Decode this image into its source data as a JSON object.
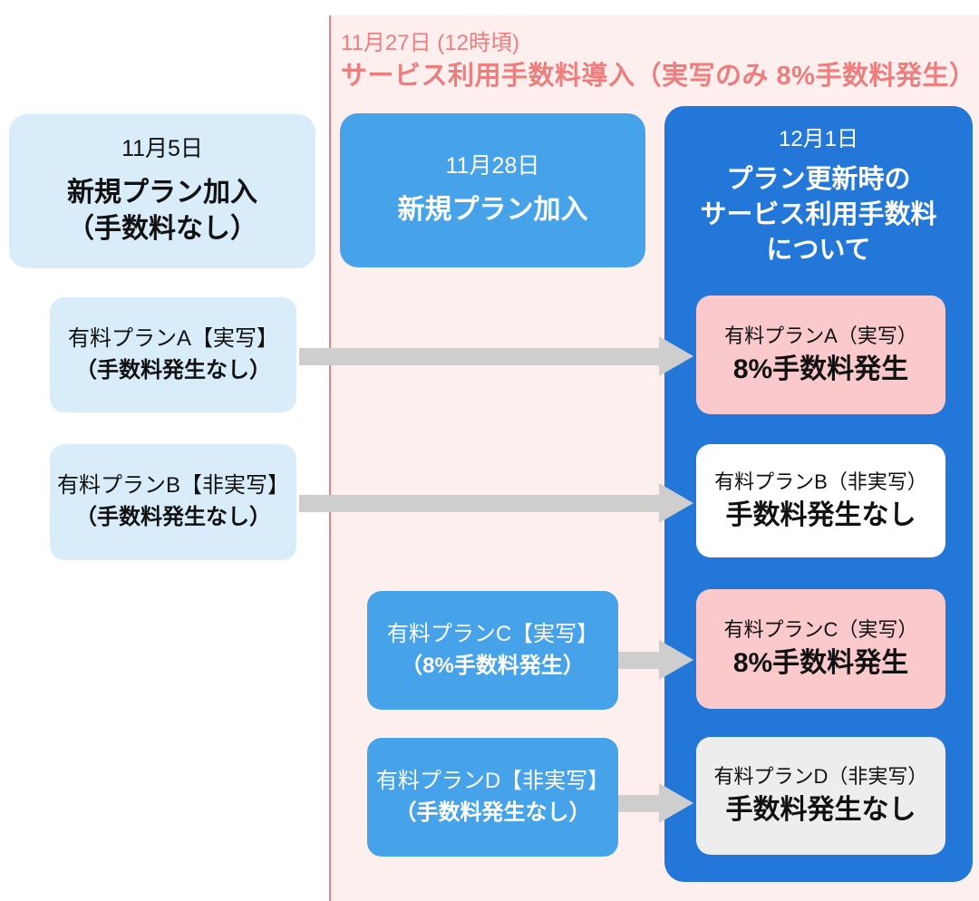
{
  "fee_intro": {
    "date": "11月27日 (12時頃)",
    "title": "サービス利用手数料導入（実写のみ 8%手数料発生）"
  },
  "columns": {
    "left": {
      "date": "11月5日",
      "title_line1": "新規プラン加入",
      "title_line2": "（手数料なし）"
    },
    "middle": {
      "date": "11月28日",
      "title": "新規プラン加入"
    },
    "right": {
      "date": "12月1日",
      "title_line1": "プラン更新時の",
      "title_line2": "サービス利用手数料",
      "title_line3": "について"
    }
  },
  "plans": {
    "a_source": {
      "line1": "有料プランA【実写】",
      "line2": "（手数料発生なし）"
    },
    "b_source": {
      "line1": "有料プランB【非実写】",
      "line2": "（手数料発生なし）"
    },
    "c_source": {
      "line1": "有料プランC【実写】",
      "line2": "（8%手数料発生）"
    },
    "d_source": {
      "line1": "有料プランD【非実写】",
      "line2": "（手数料発生なし）"
    },
    "a_result": {
      "line1": "有料プランA（実写）",
      "line2": "8%手数料発生"
    },
    "b_result": {
      "line1": "有料プランB（非実写）",
      "line2": "手数料発生なし"
    },
    "c_result": {
      "line1": "有料プランC（実写）",
      "line2": "8%手数料発生"
    },
    "d_result": {
      "line1": "有料プランD（非実写）",
      "line2": "手数料発生なし"
    }
  },
  "colors": {
    "background": "#ffffff",
    "fee_band_background": "#fdefee",
    "timeline_divider_red": "#e88080",
    "fee_header_text": "#ee7d7d",
    "light_blue_box": "#d9ecfa",
    "medium_blue_box": "#47a3e9",
    "dark_blue_panel": "#2277d8",
    "fee_card_pink": "#f9c9cc",
    "no_fee_card_white": "#ffffff",
    "no_fee_card_gray": "#ededed",
    "arrow_gray": "#cecece",
    "text_black": "#111111",
    "text_white": "#ffffff"
  }
}
